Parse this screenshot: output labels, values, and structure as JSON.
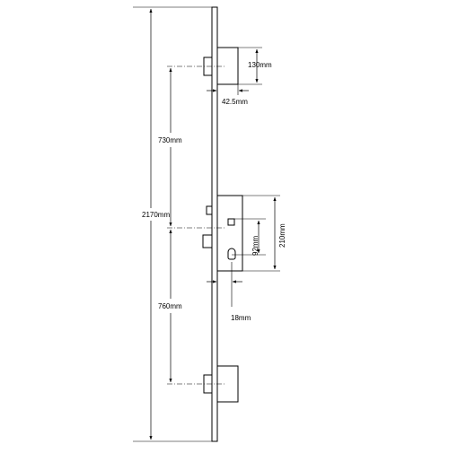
{
  "dimensions": {
    "overall_height": "2170mm",
    "upper_hook_spacing": "730mm",
    "lower_hook_spacing": "760mm",
    "hook_width": "130mm",
    "hook_backset": "42.5mm",
    "case_center": "92mm",
    "case_height": "210mm",
    "cylinder_backset": "18mm"
  }
}
